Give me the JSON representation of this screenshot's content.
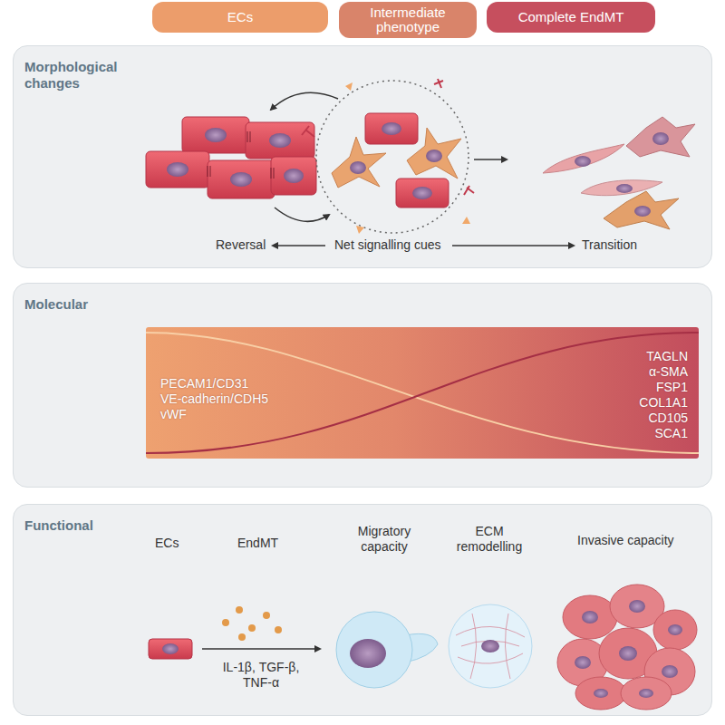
{
  "diagram": {
    "nodes": [
      {
        "text": [
          "ECs"
        ]
      },
      {
        "text": [
          "Intermediate phenotype"
        ]
      },
      {
        "text": [
          "Complete EndMT"
        ]
      },
      {
        "text": [
          "Morphological changes"
        ]
      },
      {
        "text": [
          "Molecular"
        ]
      },
      {
        "text": [
          "PECAM1/CD31",
          "VE-cadherin/CDH5",
          "vWF",
          "TAGLN",
          "α-SMA",
          "FSP1",
          "COL1A1",
          "CD105",
          "SCA1"
        ],
        "in": 4
      },
      {
        "text": [
          "Functional"
        ]
      }
    ],
    "labels": [
      "Reversal",
      "Net signalling cues",
      "Transition",
      "ECs",
      "EndMT",
      "Migratory capacity",
      "ECM remodelling",
      "Invasive capacity",
      "IL-1β, TGF-β, TNF-α"
    ]
  }
}
